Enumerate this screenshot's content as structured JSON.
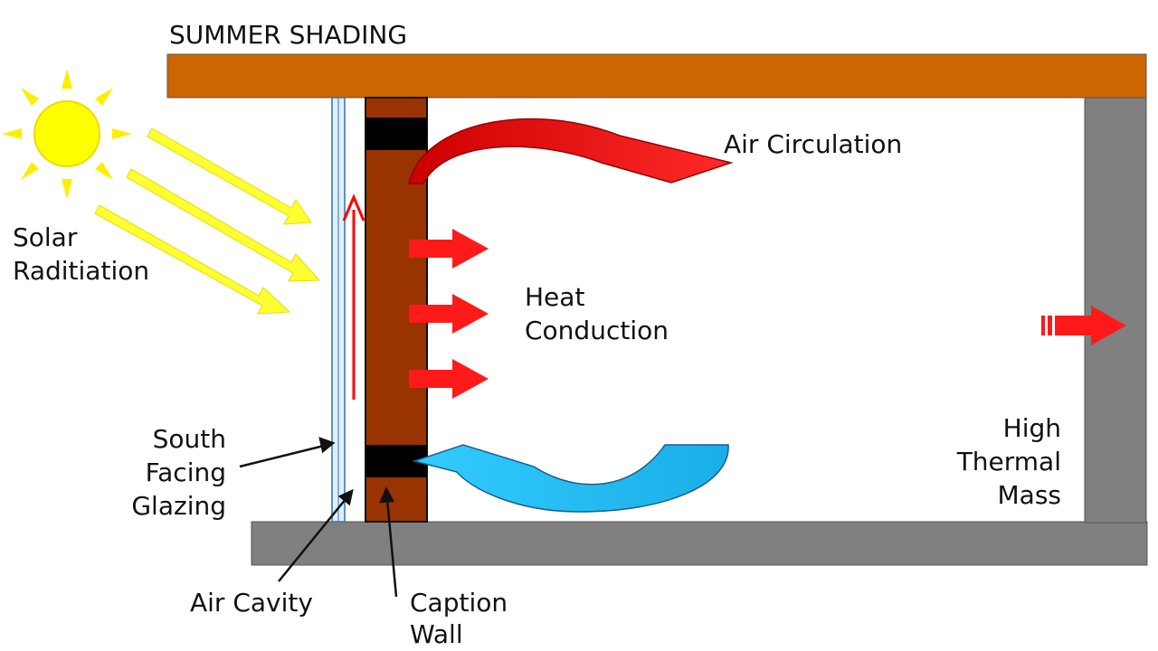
{
  "title": "SUMMER SHADING",
  "labels": {
    "solar_radiation": [
      "Solar",
      "Raditiation"
    ],
    "air_circulation": "Air Circulation",
    "heat_conduction": [
      "Heat",
      "Conduction"
    ],
    "south_facing_glazing": [
      "South",
      "Facing",
      "Glazing"
    ],
    "air_cavity": "Air Cavity",
    "caption_wall": [
      "Caption",
      "Wall"
    ],
    "high_thermal_mass": [
      "High",
      "Thermal",
      "Mass"
    ]
  },
  "colors": {
    "roof": "#CC6600",
    "floor": "#808080",
    "thermal_mass_wall": "#808080",
    "caption_wall": "#993300",
    "vent": "#000000",
    "sun": "#FFFF00",
    "rays": "#FFFF33",
    "warm_air": "#FF0000",
    "cool_air": "#33CCFF",
    "glazing": "#CCE8F6"
  }
}
